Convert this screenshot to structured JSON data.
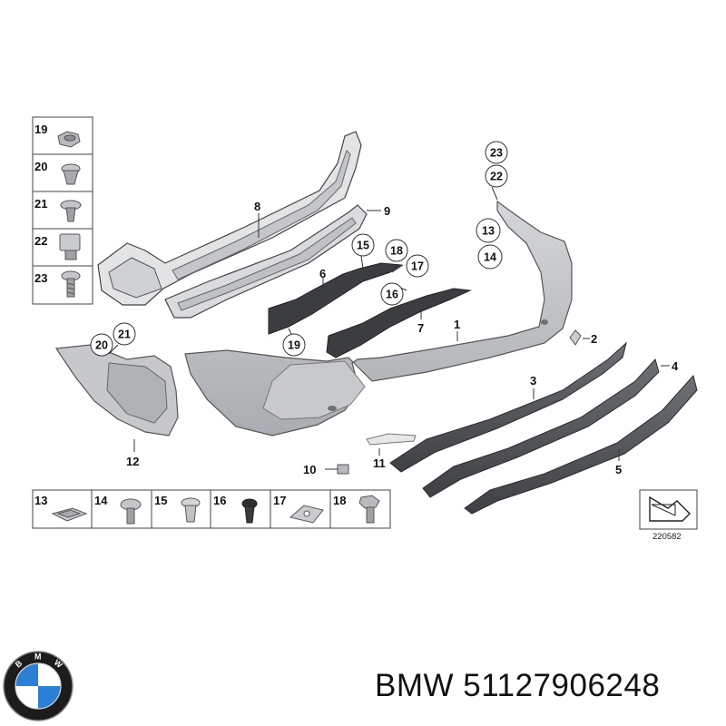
{
  "caption": {
    "brand": "BMW",
    "part_number": "51127906248"
  },
  "logo": {
    "letters": "BMW",
    "colors": {
      "blue": "#2b7fd4",
      "white": "#ffffff",
      "ring": "#1c1c1c"
    }
  },
  "diagram_ref": "220582",
  "callouts": {
    "n1": "1",
    "n2": "2",
    "n3": "3",
    "n4": "4",
    "n5": "5",
    "n6": "6",
    "n7": "7",
    "n8": "8",
    "n9": "9",
    "n10": "10",
    "n11": "11",
    "n12": "12",
    "c13": "13",
    "c14": "14",
    "c15": "15",
    "c16": "16",
    "c17": "17",
    "c18": "18",
    "c19": "19",
    "c20": "20",
    "c21": "21",
    "c22": "22",
    "c23": "23"
  },
  "legend_left": [
    "19",
    "20",
    "21",
    "22",
    "23"
  ],
  "legend_bottom": [
    "13",
    "14",
    "15",
    "16",
    "17",
    "18"
  ]
}
